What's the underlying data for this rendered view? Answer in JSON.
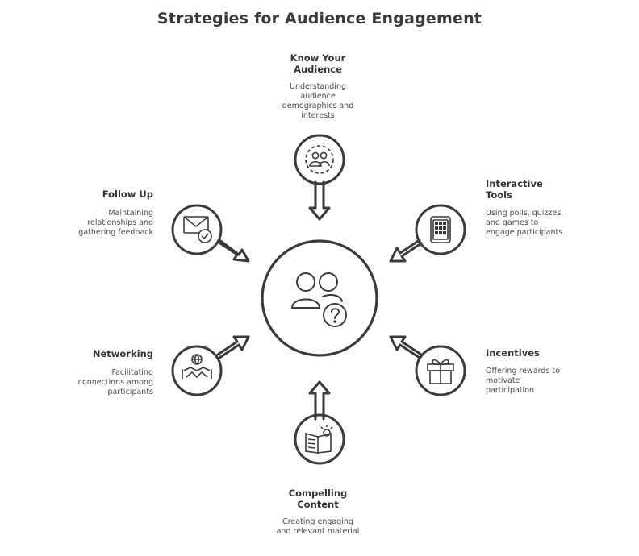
{
  "title": "Strategies for Audience Engagement",
  "nodes": [
    {
      "id": "know",
      "label": "Know Your Audience",
      "desc": "Understanding audience demographics and interests",
      "icon": "audience-icon"
    },
    {
      "id": "tools",
      "label": "Interactive Tools",
      "desc": "Using polls, quizzes, and games to engage participants",
      "icon": "calculator-icon"
    },
    {
      "id": "incentives",
      "label": "Incentives",
      "desc": "Offering rewards to motivate participation",
      "icon": "gift-icon"
    },
    {
      "id": "content",
      "label": "Compelling Content",
      "desc": "Creating engaging and relevant material",
      "icon": "book-lightbulb-icon"
    },
    {
      "id": "networking",
      "label": "Networking",
      "desc": "Facilitating connections among participants",
      "icon": "handshake-icon"
    },
    {
      "id": "followup",
      "label": "Follow Up",
      "desc": "Maintaining relationships and gathering feedback",
      "icon": "mail-check-icon"
    }
  ],
  "center_icon": "audience-question-icon",
  "colors": {
    "stroke": "#3a3a3a",
    "text": "#3d3d3d",
    "background": "#ffffff"
  }
}
